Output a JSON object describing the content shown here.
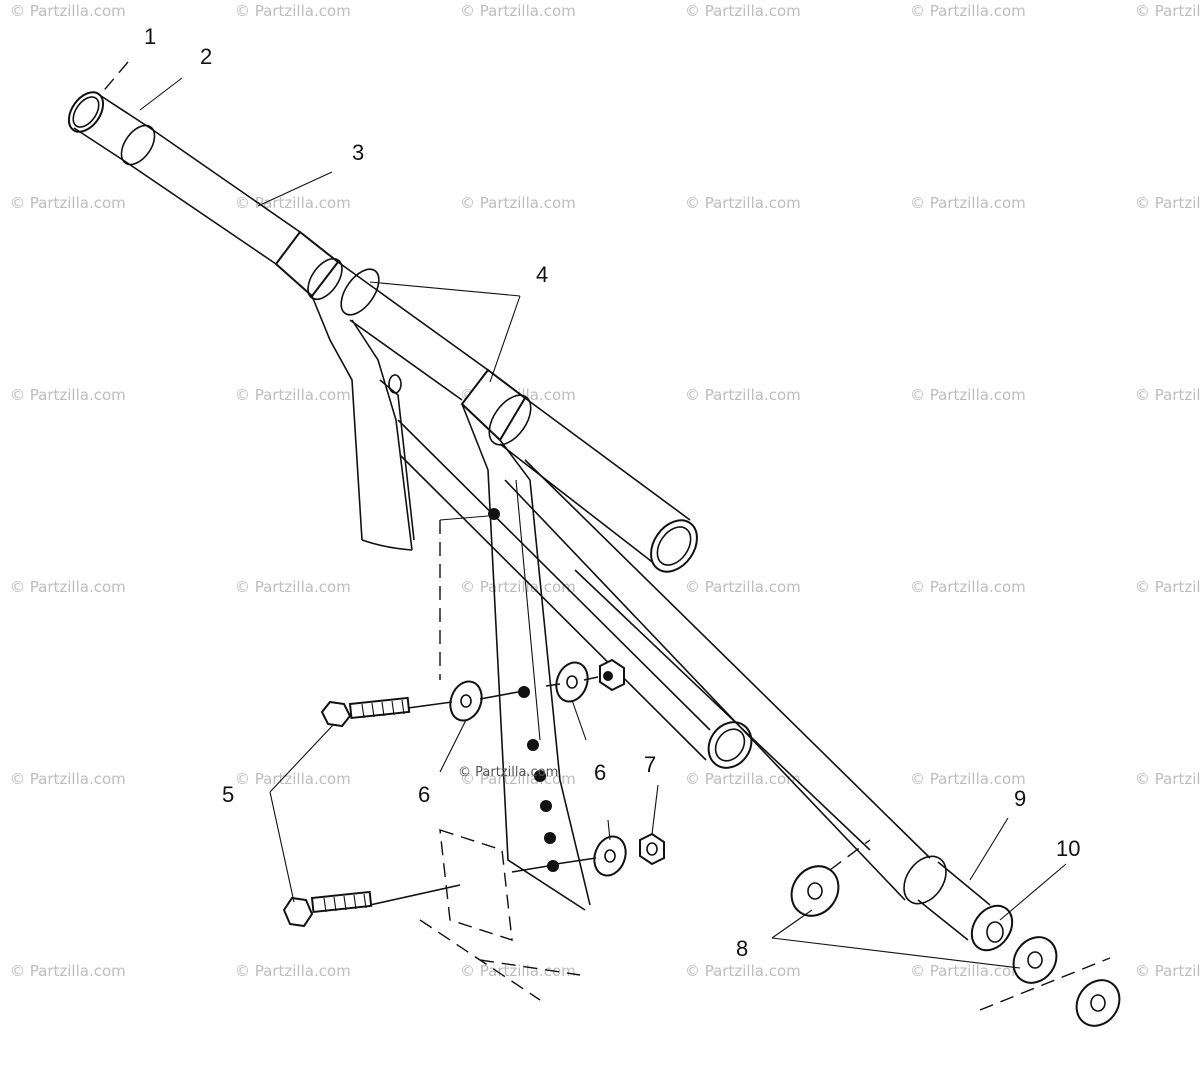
{
  "watermark": "© Partzilla.com",
  "callouts": {
    "c1": "1",
    "c2": "2",
    "c3": "3",
    "c4": "4",
    "c5": "5",
    "c6a": "6",
    "c6b": "6",
    "c7": "7",
    "c8": "8",
    "c9": "9",
    "c10": "10"
  },
  "colors": {
    "line": "#111111",
    "watermark": "#bdbdbd",
    "background": "#ffffff"
  }
}
